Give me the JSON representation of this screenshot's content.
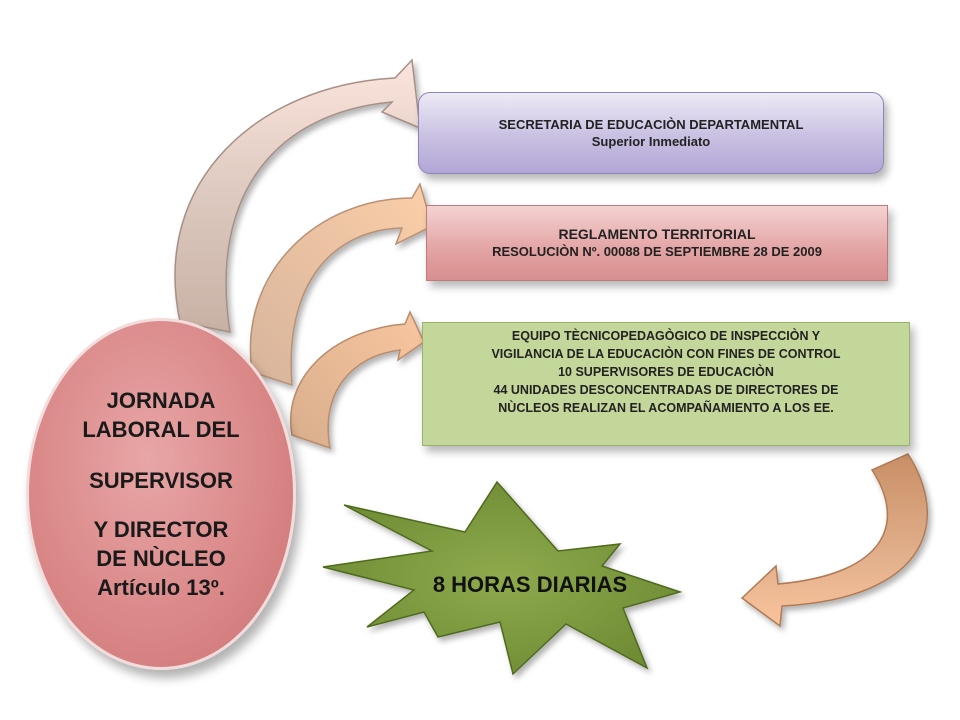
{
  "oval": {
    "line1": "JORNADA",
    "line2": "LABORAL DEL",
    "line3": "SUPERVISOR",
    "line4": "Y DIRECTOR",
    "line5": "DE NÙCLEO",
    "line6": "Artículo 13º."
  },
  "box_purple": {
    "line1": "SECRETARIA DE EDUCACIÒN DEPARTAMENTAL",
    "line2": "Superior Inmediato"
  },
  "box_red": {
    "line1": "REGLAMENTO TERRITORIAL",
    "line2": "RESOLUCIÒN Nº. 00088  DE SEPTIEMBRE 28 DE  2009"
  },
  "box_green": {
    "line1": "EQUIPO TÈCNICOPEDAGÒGICO DE INSPECCIÒN Y",
    "line2": "VIGILANCIA DE LA EDUCACIÒN CON FINES DE CONTROL",
    "line3": "10 SUPERVISORES DE EDUCACIÒN",
    "line4": "44 UNIDADES DESCONCENTRADAS DE DIRECTORES DE",
    "line5": "NÙCLEOS REALIZAN EL  ACOMPAÑAMIENTO A LOS EE."
  },
  "star": {
    "label": "8  HORAS DIARIAS"
  },
  "colors": {
    "oval": "#d98686",
    "purple_box": "#c9c0e2",
    "red_box": "#e3a3a3",
    "green_box": "#c4d79b",
    "star": "#76923c",
    "arrow_tan": "#c9b2a6",
    "arrow_peach": "#f8c59c",
    "arrow_brown": "#d09d7a"
  }
}
